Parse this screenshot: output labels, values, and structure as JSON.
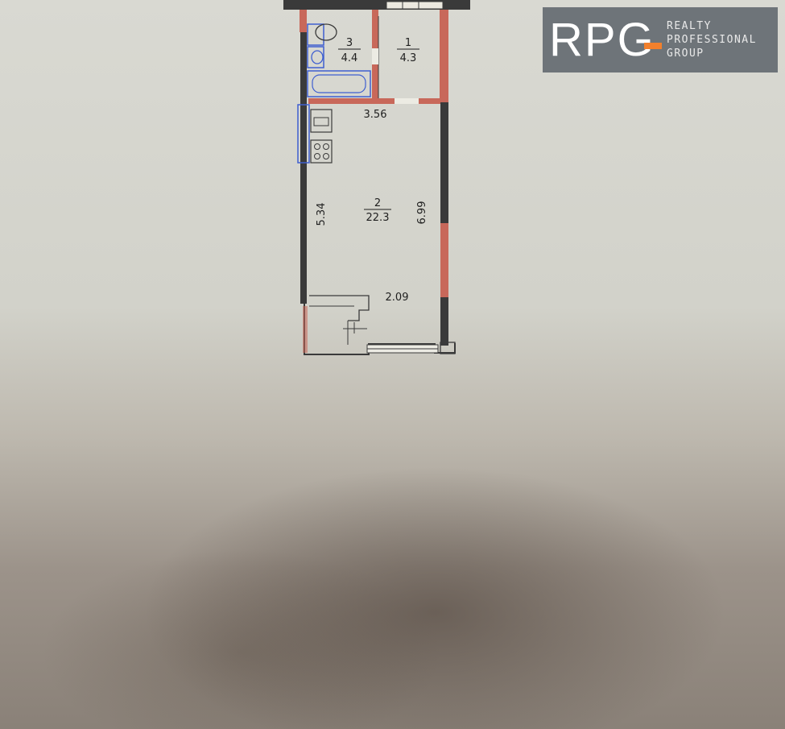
{
  "rooms": [
    {
      "number": "3",
      "area": "4.4"
    },
    {
      "number": "1",
      "area": "4.3"
    },
    {
      "number": "2",
      "area": "22.3"
    }
  ],
  "dimensions": [
    "3.56",
    "5.34",
    "6.99",
    "2.09"
  ],
  "logo": {
    "letters": "RPG",
    "tagline": [
      "REALTY",
      "PROFESSIONAL",
      "GROUP"
    ],
    "background": "#6e7479",
    "accent": "#f2802c"
  },
  "colors": {
    "wall_dark": "#3a3a3a",
    "wall_brick": "#c8685a",
    "fixture_blue": "#3f5fd0"
  }
}
